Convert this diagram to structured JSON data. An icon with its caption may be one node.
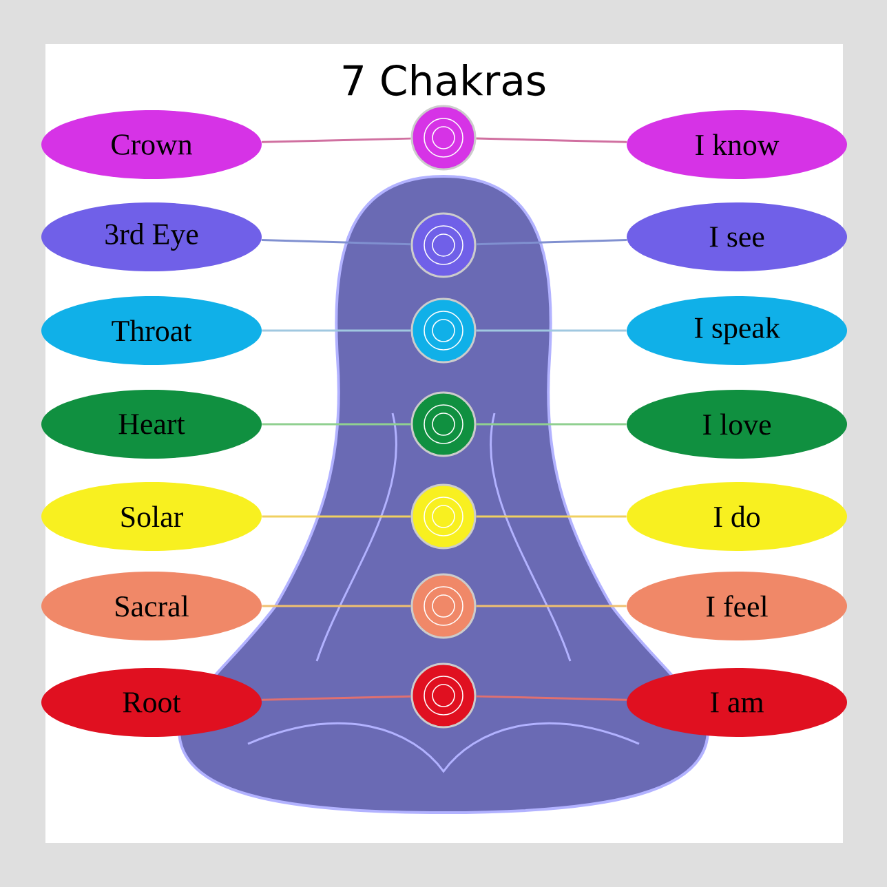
{
  "diagram": {
    "title": "7 Chakras",
    "nodes": [
      {
        "text": [
          "Crown"
        ]
      },
      {
        "text": [],
        "shape": "circle"
      },
      {
        "text": [
          "I know"
        ]
      },
      {
        "text": [
          "3rd Eye"
        ]
      },
      {
        "text": [],
        "shape": "circle"
      },
      {
        "text": [
          "I see"
        ]
      },
      {
        "text": [
          "Throat"
        ]
      },
      {
        "text": [],
        "shape": "circle"
      },
      {
        "text": [
          "I speak"
        ]
      },
      {
        "text": [
          "Heart"
        ]
      },
      {
        "text": [],
        "shape": "circle"
      },
      {
        "text": [
          "I love"
        ]
      },
      {
        "text": [
          "Solar"
        ]
      },
      {
        "text": [],
        "shape": "circle"
      },
      {
        "text": [
          "I do"
        ]
      },
      {
        "text": [
          "Sacral"
        ]
      },
      {
        "text": [],
        "shape": "circle"
      },
      {
        "text": [
          "I feel"
        ]
      },
      {
        "text": [
          "Root"
        ]
      },
      {
        "text": [],
        "shape": "circle"
      },
      {
        "text": [
          "I am"
        ]
      }
    ],
    "edges": [
      {
        "from": 0,
        "to": 1,
        "arrow": "none",
        "color": "#d070a0"
      },
      {
        "from": 1,
        "to": 2,
        "arrow": "none",
        "color": "#d070a0"
      },
      {
        "from": 3,
        "to": 4,
        "arrow": "none",
        "color": "#8090d0"
      },
      {
        "from": 4,
        "to": 5,
        "arrow": "none",
        "color": "#8090d0"
      },
      {
        "from": 6,
        "to": 7,
        "arrow": "none",
        "color": "#a0c8e0"
      },
      {
        "from": 7,
        "to": 8,
        "arrow": "none",
        "color": "#a0c8e0"
      },
      {
        "from": 9,
        "to": 10,
        "arrow": "none",
        "color": "#90d090"
      },
      {
        "from": 10,
        "to": 11,
        "arrow": "none",
        "color": "#90d090"
      },
      {
        "from": 12,
        "to": 13,
        "arrow": "none",
        "color": "#f0d060"
      },
      {
        "from": 13,
        "to": 14,
        "arrow": "none",
        "color": "#f0d060"
      },
      {
        "from": 15,
        "to": 16,
        "arrow": "none",
        "color": "#f0c070"
      },
      {
        "from": 16,
        "to": 17,
        "arrow": "none",
        "color": "#f0c070"
      },
      {
        "from": 18,
        "to": 19,
        "arrow": "none",
        "color": "#e07070"
      },
      {
        "from": 19,
        "to": 20,
        "arrow": "none",
        "color": "#e07070"
      }
    ]
  }
}
